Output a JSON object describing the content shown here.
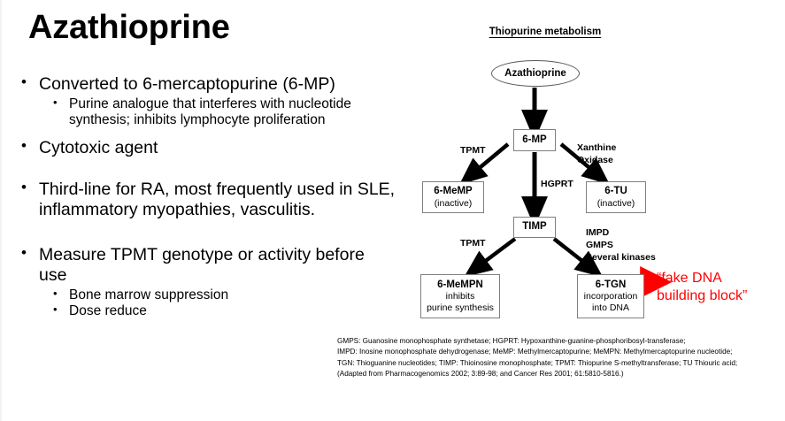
{
  "slide": {
    "title": "Azathioprine",
    "bullets": [
      {
        "level": 1,
        "text": "Converted to 6-mercaptopurine (6-MP)"
      },
      {
        "level": 2,
        "text": "Purine analogue that interferes with nucleotide synthesis; inhibits lymphocyte proliferation"
      },
      {
        "level": 1,
        "text": "Cytotoxic agent"
      },
      {
        "level": 1,
        "text": "Third-line for RA, most frequently used in SLE, inflammatory myopathies, vasculitis."
      },
      {
        "level": 1,
        "text": "Measure TPMT genotype or activity before use"
      },
      {
        "level": 2,
        "text": "Bone marrow suppression"
      },
      {
        "level": 2,
        "text": "Dose reduce"
      }
    ]
  },
  "diagram": {
    "title": "Thiopurine metabolism",
    "nodes": {
      "azathioprine": {
        "label": "Azathioprine",
        "shape": "ellipse"
      },
      "mp": {
        "label": "6-MP",
        "shape": "box"
      },
      "memp": {
        "label": "6-MeMP",
        "sub": "(inactive)",
        "shape": "box"
      },
      "tu": {
        "label": "6-TU",
        "sub": "(inactive)",
        "shape": "box"
      },
      "timp": {
        "label": "TIMP",
        "shape": "box"
      },
      "mempn": {
        "label": "6-MeMPN",
        "sub1": "inhibits",
        "sub2": "purine synthesis",
        "shape": "box"
      },
      "tgn": {
        "label": "6-TGN",
        "sub1": "incorporation",
        "sub2": "into DNA",
        "shape": "box"
      }
    },
    "enzymes": {
      "tpmt_top": "TPMT",
      "xanthine_oxidase_l1": "Xanthine",
      "xanthine_oxidase_l2": "Oxidase",
      "hgprt": "HGPRT",
      "tpmt_bottom": "TPMT",
      "impd": "IMPD",
      "gmps": "GMPS",
      "several_kinases": "Several kinases"
    },
    "annotation": {
      "line1": "“fake DNA",
      "line2": "building block”",
      "color": "#ff0000"
    }
  },
  "footnote": {
    "line1": "GMPS: Guanosine monophosphate synthetase; HGPRT: Hypoxanthine-guanine-phosphoribosyl-transferase;",
    "line2": "IMPD: Inosine monophosphate dehydrogenase; MeMP: Methylmercaptopurine; MeMPN: Methylmercaptopurine nucleotide;",
    "line3": "TGN: Thioguanine nucleotides; TIMP: Thioinosine monophosphate; TPMT: Thiopurine S-methyltransferase; TU Thiouric acid;",
    "line4": " (Adapted from Pharmacogenomics 2002; 3:89-98; and Cancer Res 2001; 61:5810-5816.)"
  }
}
